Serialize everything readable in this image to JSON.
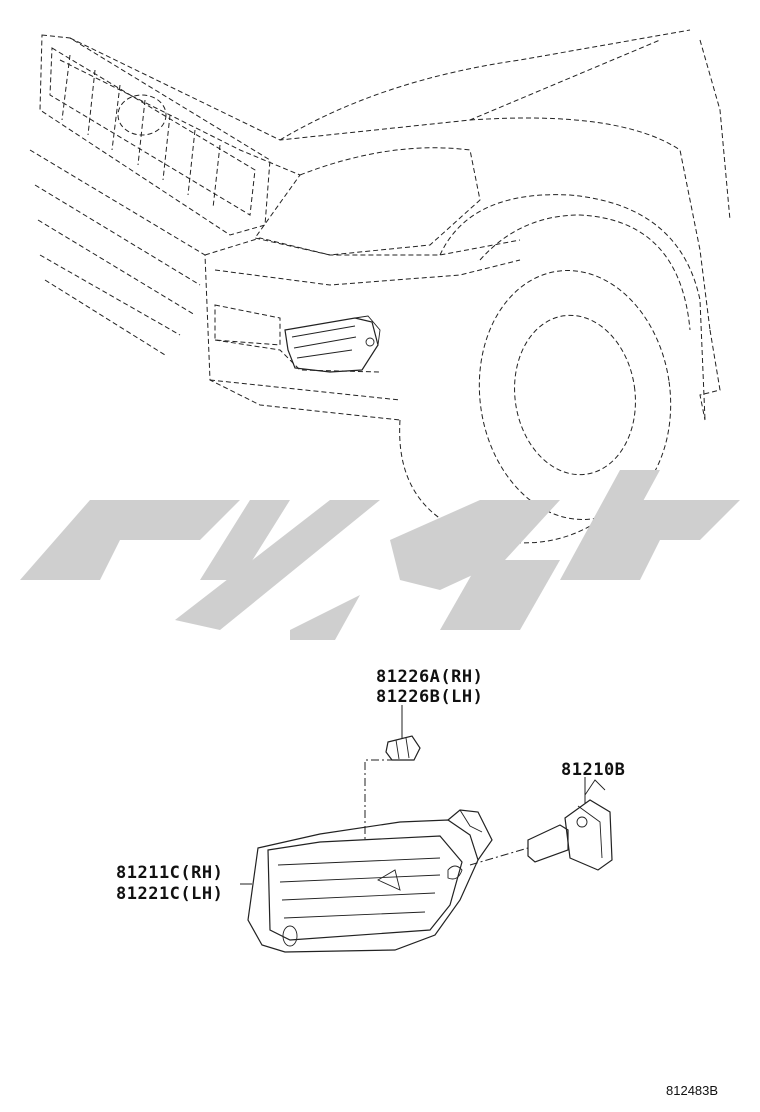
{
  "callouts": {
    "bulb_socket": [
      "81226A(RH)",
      "81226B(LH)"
    ],
    "fog_bulb": "81210B",
    "fog_lamp": [
      "81211C(RH)",
      "81221C(LH)"
    ]
  },
  "illustration_code": "812483B",
  "watermark_text": "",
  "colors": {
    "line": "#222222",
    "watermark": "#cfcfcf",
    "background": "#ffffff"
  }
}
